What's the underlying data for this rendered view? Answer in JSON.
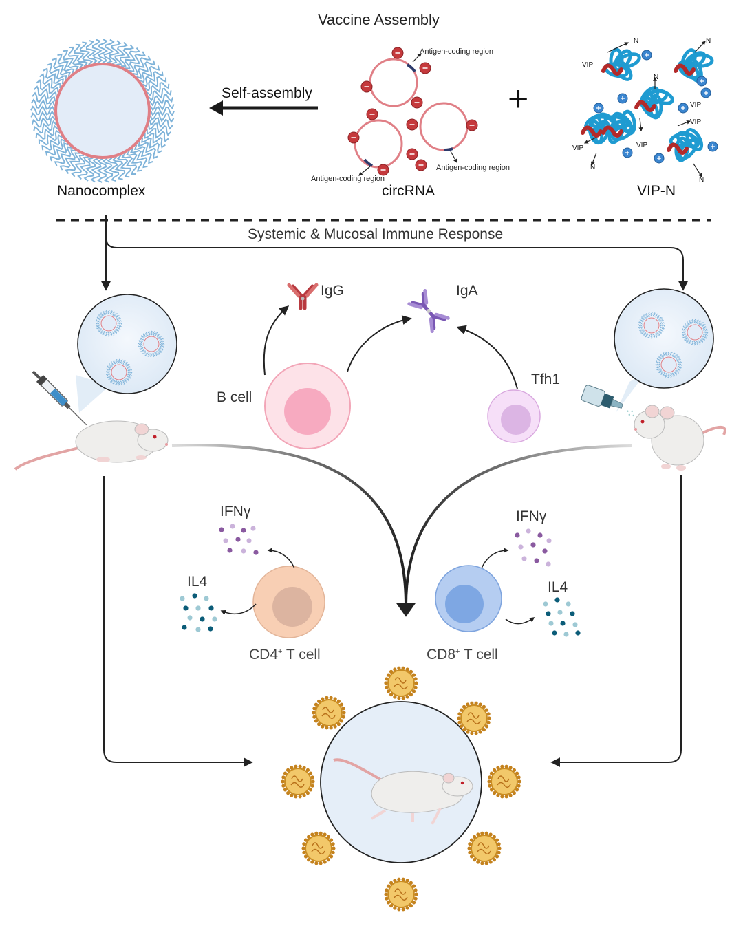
{
  "header": {
    "title": "Vaccine Assembly"
  },
  "assembly": {
    "nanocomplex_label": "Nanocomplex",
    "self_assembly_label": "Self-assembly",
    "circrna_label": "circRNA",
    "vipn_label": "VIP-N",
    "plus_sign": "+",
    "antigen_region_label": "Antigen-coding region",
    "vip_tag": "VIP",
    "n_tag": "N"
  },
  "response": {
    "section_title": "Systemic & Mucosal Immune Response",
    "igg_label": "IgG",
    "iga_label": "IgA",
    "bcell_label": "B cell",
    "tfh1_label": "Tfh1",
    "ifng_label_left": "IFNγ",
    "il4_label_left": "IL4",
    "ifng_label_right": "IFNγ",
    "il4_label_right": "IL4",
    "cd4_prefix": "CD4",
    "cd4_sup": "+",
    "cd4_suffix": " T cell",
    "cd8_prefix": "CD8",
    "cd8_sup": "+",
    "cd8_suffix": " T cell"
  },
  "colors": {
    "membrane_pink": "#e07f86",
    "shell_blue": "#7fb3d9",
    "bcell_pink": "#f7b7c6",
    "tfh1_purple": "#e3bde8",
    "cd4_peach": "#f6c7a8",
    "cd8_blue": "#9dbce8",
    "igg_red": "#b8393f",
    "iga_purple": "#7a58b4",
    "vip_red": "#b32a2a",
    "protein_blue": "#1f9bd1",
    "virus_gold": "#e0a53a"
  }
}
